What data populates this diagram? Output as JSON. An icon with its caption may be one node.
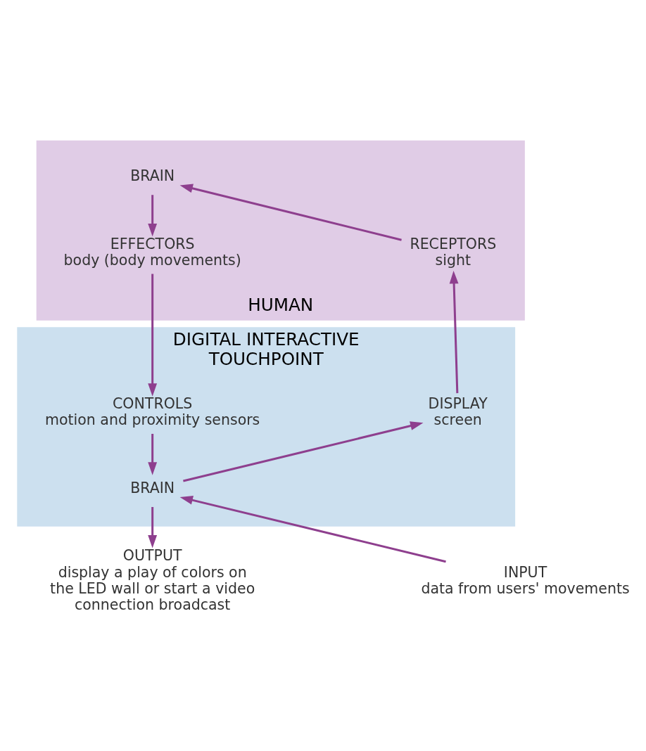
{
  "diagram": {
    "nodes": [
      {
        "text": [
          "HUMAN"
        ]
      },
      {
        "text": [
          "BRAIN"
        ],
        "in": 0
      },
      {
        "text": [
          "RECEPTORS",
          "sight"
        ],
        "in": 0
      },
      {
        "text": [
          "EFFECTORS",
          "body (body movements)"
        ],
        "in": 0
      },
      {
        "text": [
          "DIGITAL INTERACTIVE TOUCHPOINT"
        ]
      },
      {
        "text": [
          "DISPLAY",
          "screen"
        ],
        "in": 4
      },
      {
        "text": [
          "CONTROLS",
          "motion and proximity sensors"
        ],
        "in": 4
      },
      {
        "text": [
          "BRAIN"
        ],
        "in": 4
      },
      {
        "text": [
          "INPUT",
          "data from users' movements"
        ]
      },
      {
        "text": [
          "OUTPUT",
          "display a play of colors on the LED wall or start a video connection broadcast"
        ]
      }
    ],
    "edges": [
      {
        "from": 2,
        "to": 1,
        "arrow": "to"
      },
      {
        "from": 1,
        "to": 3,
        "arrow": "to"
      },
      {
        "from": 3,
        "to": 6,
        "arrow": "to"
      },
      {
        "from": 6,
        "to": 7,
        "arrow": "to"
      },
      {
        "from": 7,
        "to": 5,
        "arrow": "to"
      },
      {
        "from": 5,
        "to": 2,
        "arrow": "to"
      },
      {
        "from": 8,
        "to": 7,
        "arrow": "to"
      },
      {
        "from": 7,
        "to": 9,
        "arrow": "to"
      }
    ]
  }
}
